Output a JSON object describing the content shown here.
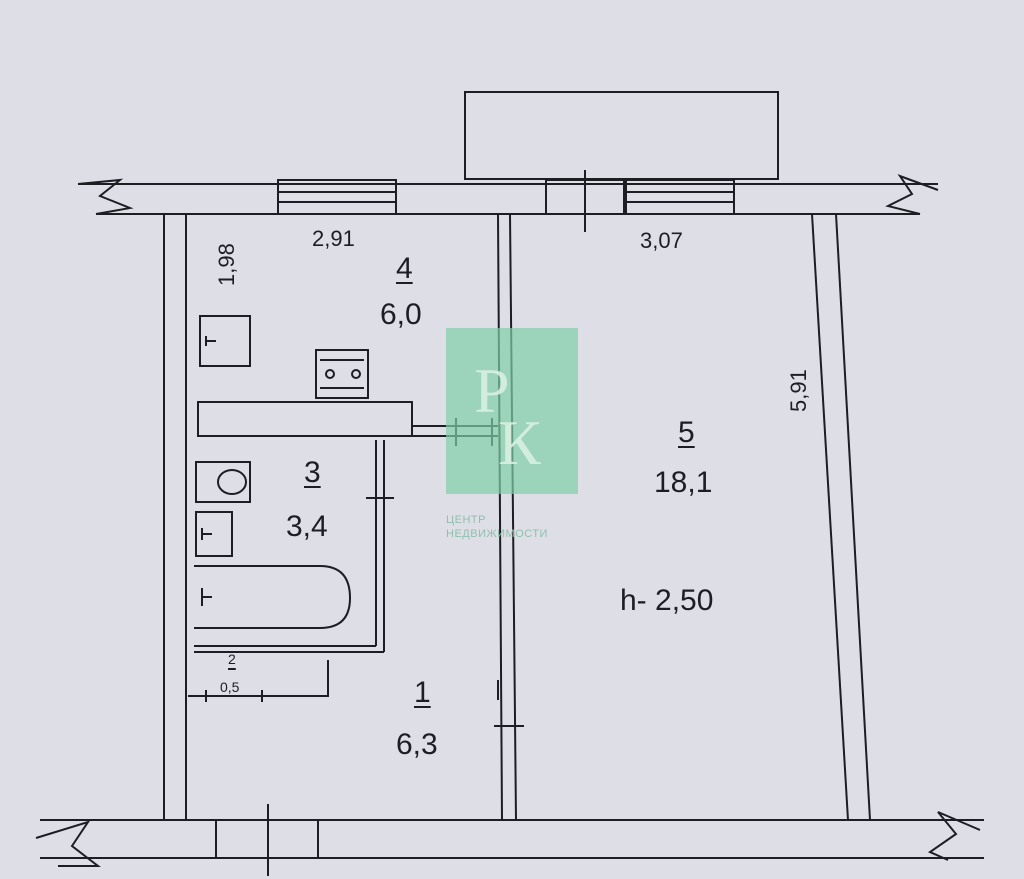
{
  "plan": {
    "rooms": [
      {
        "id": "hall",
        "number": "1",
        "area": "6,3"
      },
      {
        "id": "bathroom",
        "number": "3",
        "area": "3,4"
      },
      {
        "id": "kitchen",
        "number": "4",
        "area": "6,0"
      },
      {
        "id": "living",
        "number": "5",
        "area": "18,1"
      },
      {
        "id": "closet",
        "number": "2",
        "area": "0,5"
      }
    ],
    "dimensions": {
      "kitchen_width": "2,91",
      "kitchen_depth": "1,98",
      "living_width": "3,07",
      "living_depth": "5,91"
    },
    "ceiling_height": "h- 2,50"
  },
  "watermark": {
    "letters": "РК",
    "line1": "ЦЕНТР",
    "line2": "НЕДВИЖИМОСТИ",
    "color": "#7fcfa6"
  },
  "colors": {
    "paper": "#dedfe6",
    "ink": "#1d1d24"
  }
}
